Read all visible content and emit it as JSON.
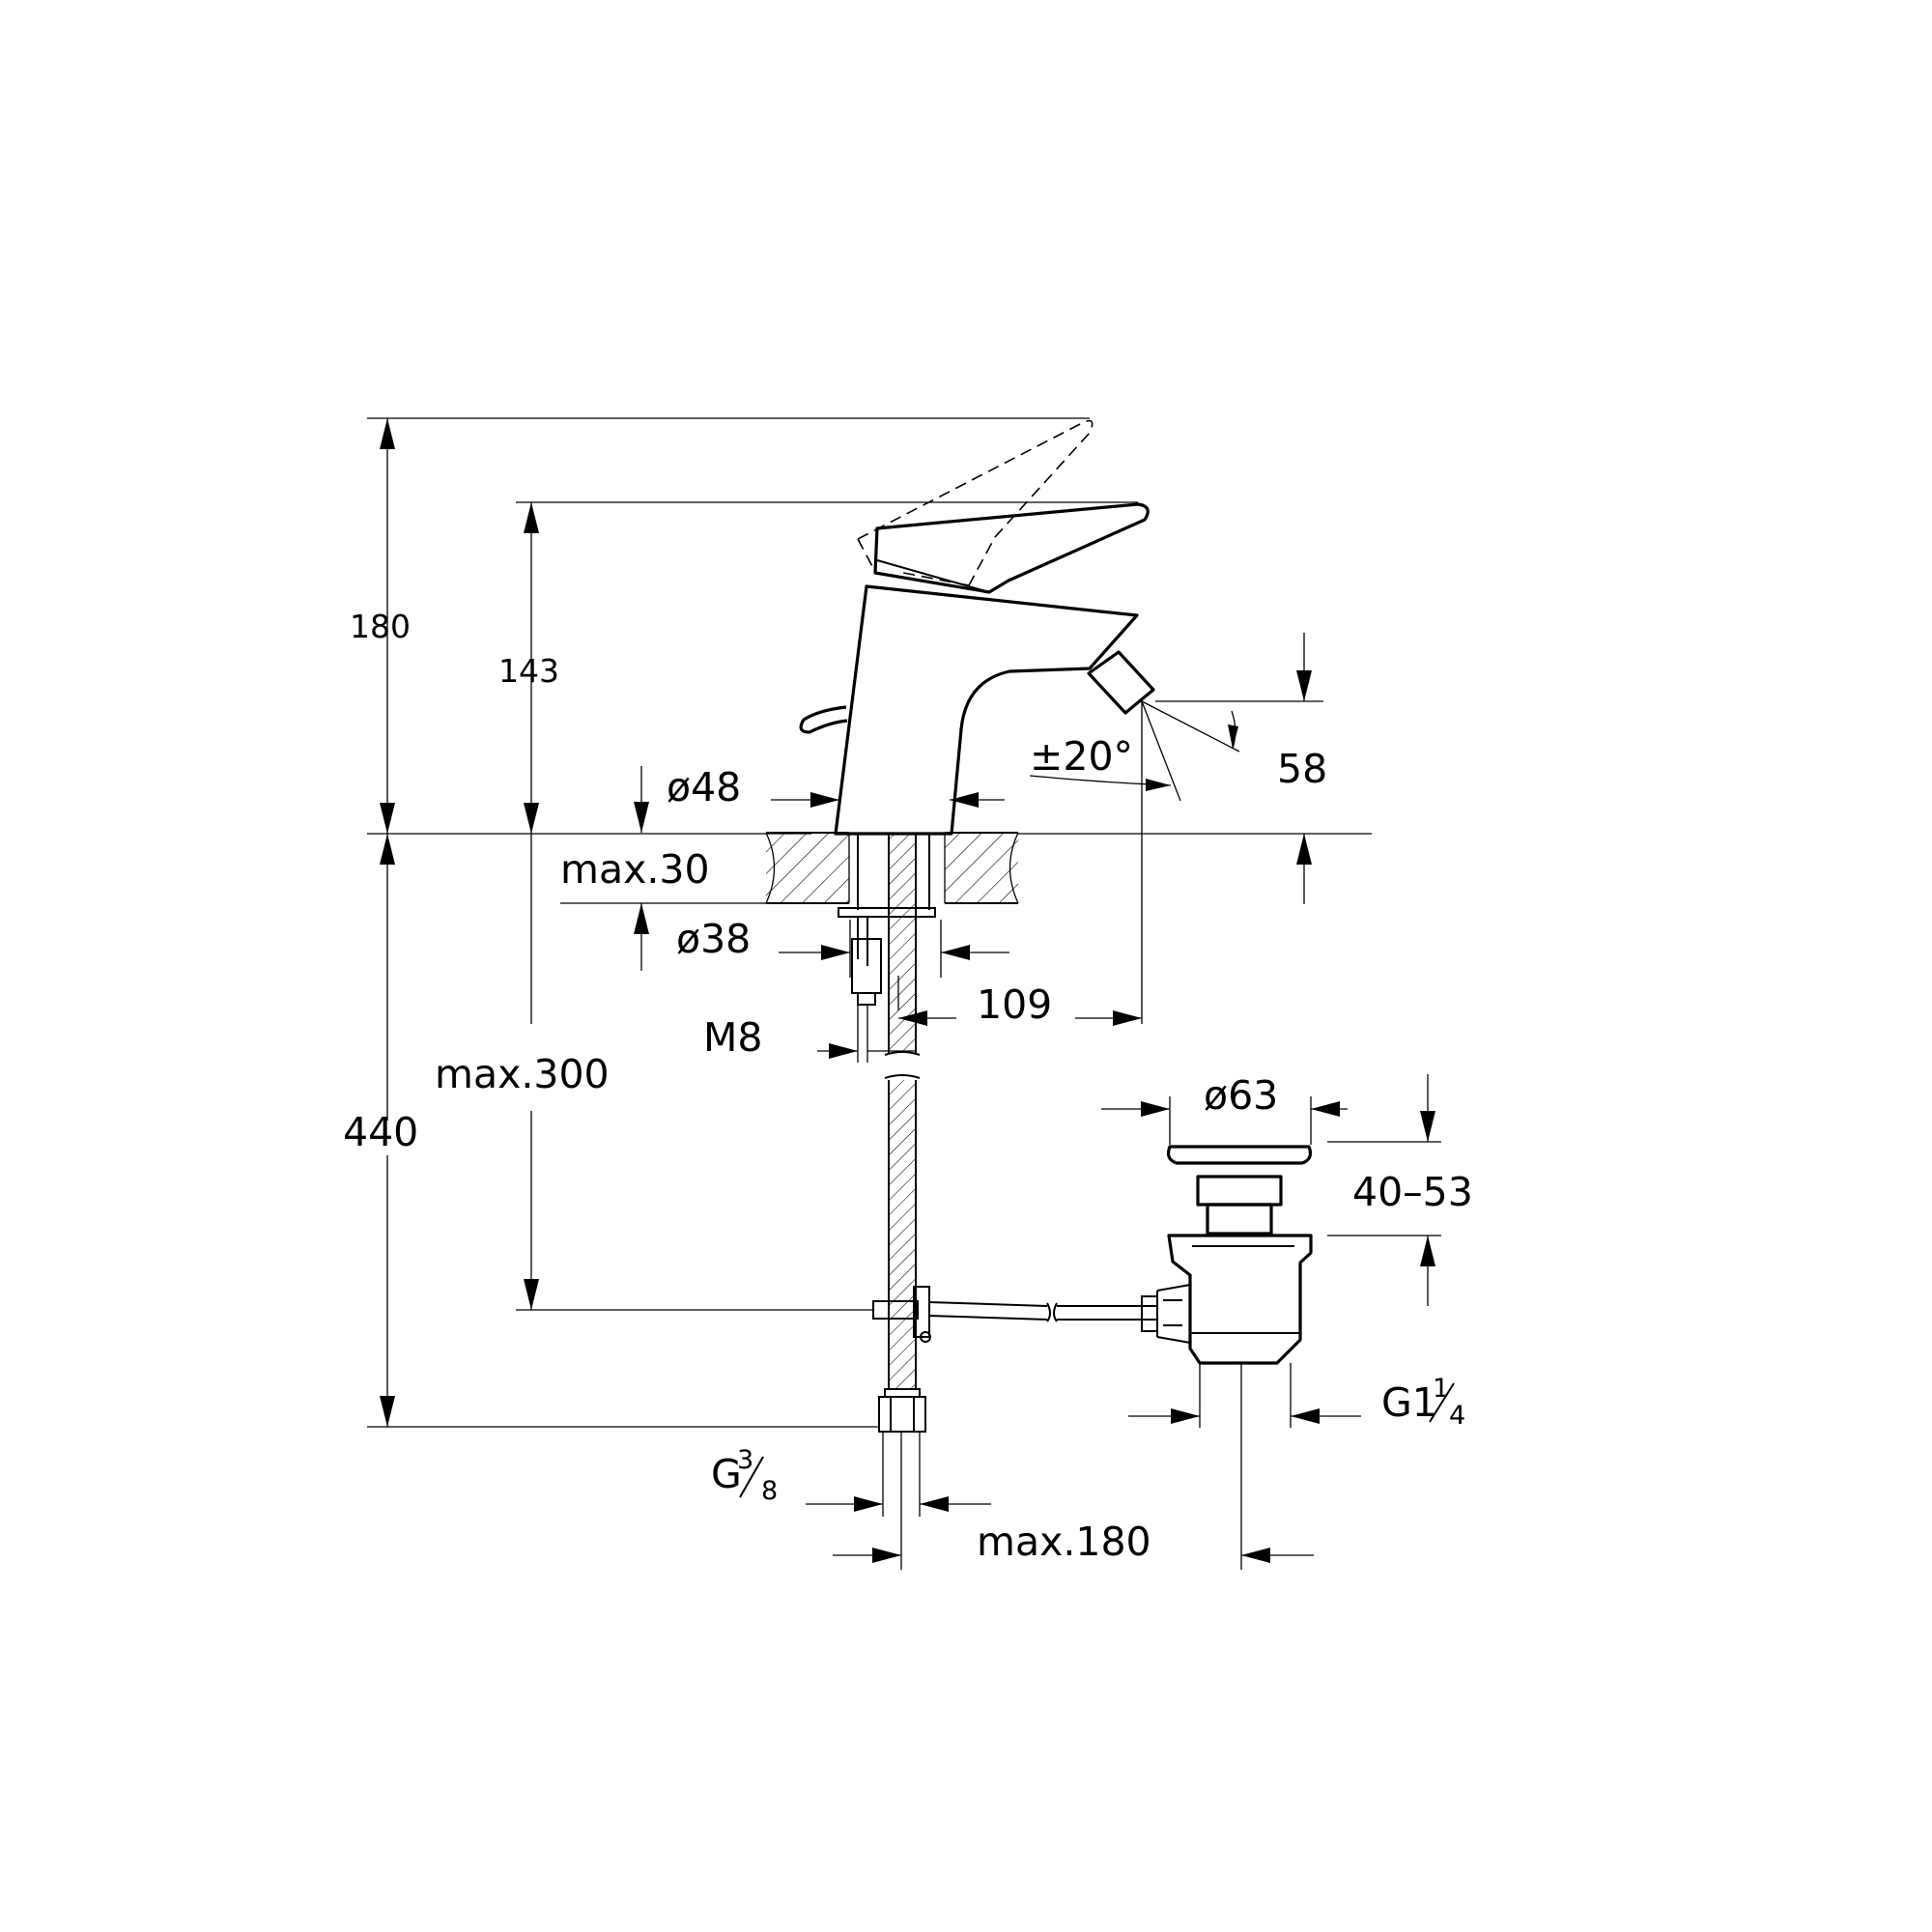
{
  "labels": {
    "height_total": "180",
    "height_lever": "143",
    "body_diameter": "ø48",
    "swivel_angle": "±20°",
    "spout_height": "58",
    "deck_thickness": "max.30",
    "hole_diameter": "ø38",
    "spout_reach": "109",
    "stud_thread": "M8",
    "rod_length": "max.300",
    "hose_length": "440",
    "waste_diameter": "ø63",
    "waste_range": "40–53",
    "waste_thread_prefix": "G1",
    "waste_thread_num": "1",
    "waste_thread_den": "4",
    "connection_prefix": "G",
    "connection_num": "3",
    "connection_den": "8",
    "waste_offset": "max.180"
  }
}
